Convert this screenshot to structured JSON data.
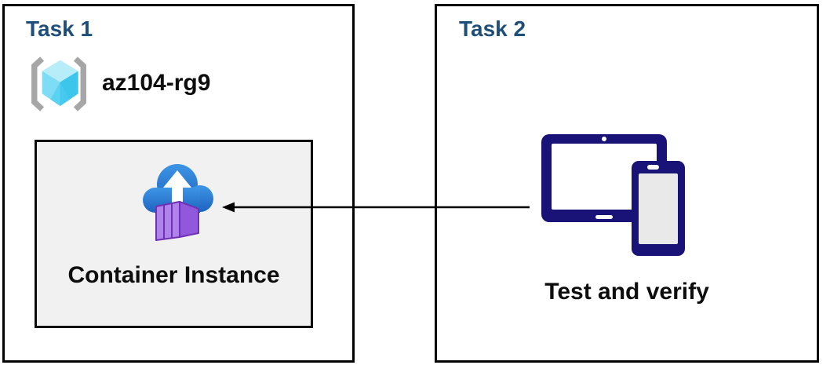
{
  "task1": {
    "title": "Task 1",
    "resource_group": {
      "name": "az104-rg9",
      "icon": "resource-group-icon"
    },
    "container_instance": {
      "label": "Container Instance",
      "icon": "container-instance-icon"
    }
  },
  "task2": {
    "title": "Task 2",
    "devices": {
      "label": "Test and verify",
      "icon": "tablet-phone-devices-icon"
    }
  },
  "connector": {
    "type": "arrow",
    "from": "task2-devices",
    "to": "task1-container-instance",
    "direction": "right-to-left"
  },
  "colors": {
    "header_blue": "#1f4e79",
    "device_navy": "#191277",
    "box_border": "#000000",
    "container_card_bg": "#f1f1f1",
    "cloud_blue_top": "#3d95e6",
    "cloud_blue_bottom": "#1e63bf",
    "container_purple_front": "#b083ec",
    "container_purple_side": "#9258dc",
    "container_purple_outline": "#6f32b4",
    "cube_cyan_top": "#b7ecf9",
    "cube_cyan_left": "#7edcf5",
    "cube_cyan_right": "#3cc6ec",
    "bracket_gray": "#a6a6a6",
    "text_black": "#0d0d0d"
  }
}
